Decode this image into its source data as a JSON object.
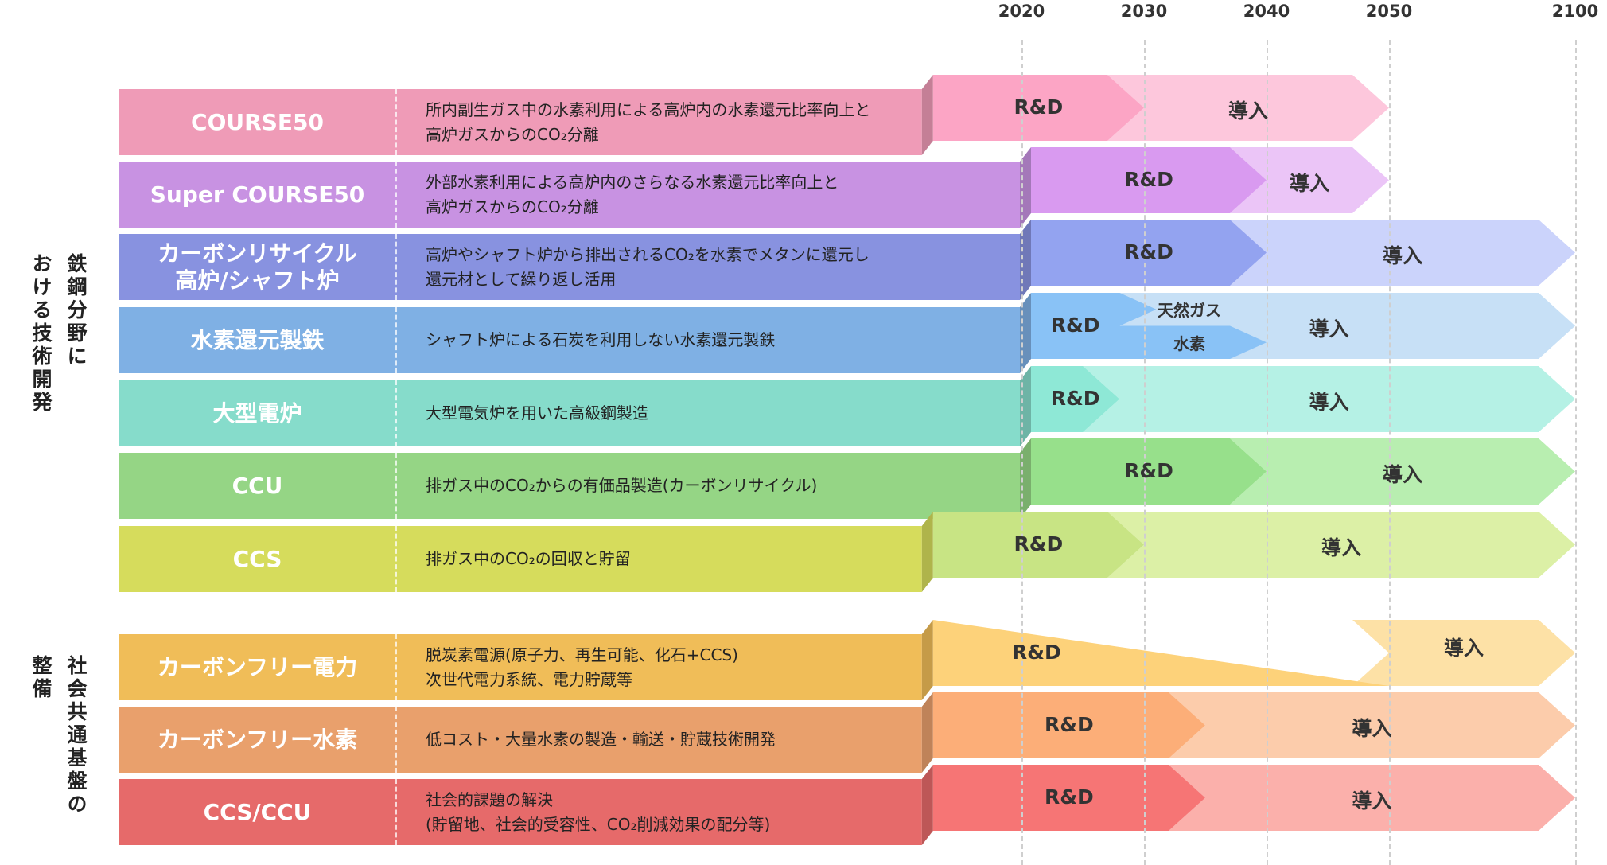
{
  "years": [
    "2020",
    "2030",
    "2040",
    "2050",
    "2100"
  ],
  "groups": [
    {
      "label_col1": "鉄鋼分野に",
      "label_col2": "おける技術開発"
    },
    {
      "label_col1": "社会共通基盤の",
      "label_col2": "整備"
    }
  ],
  "rows": [
    {
      "name": "COURSE50",
      "desc": "所内副生ガス中の水素利用による高炉内の水素還元比率向上と\n高炉ガスからのCO₂分離",
      "rd": "R&D",
      "intro": "導入",
      "rd_start_year": 2012,
      "rd_end_year": 2030,
      "intro_end_year": 2050,
      "name_color": "#ef9bb7",
      "band_color": "#fca5c5",
      "intro_color": "#fdc7dc"
    },
    {
      "name": "Super COURSE50",
      "desc": "外部水素利用による高炉内のさらなる水素還元比率向上と\n高炉ガスからのCO₂分離",
      "rd": "R&D",
      "intro": "導入",
      "rd_start_year": 2020,
      "rd_end_year": 2040,
      "intro_end_year": 2050,
      "name_color": "#c892e2",
      "band_color": "#d99af0",
      "intro_color": "#ebc5f7"
    },
    {
      "name": "カーボンリサイクル\n高炉/シャフト炉",
      "desc": "高炉やシャフト炉から排出されるCO₂を水素でメタンに還元し\n還元材として繰り返し活用",
      "rd": "R&D",
      "intro": "導入",
      "rd_start_year": 2020,
      "rd_end_year": 2040,
      "intro_end_year": 2100,
      "name_color": "#8892e0",
      "band_color": "#93a3f0",
      "intro_color": "#cbd3fb"
    },
    {
      "name": "水素還元製鉄",
      "desc": "シャフト炉による石炭を利用しない水素還元製鉄",
      "rd": "R&D",
      "intro": "導入",
      "sub1": "天然ガス",
      "sub2": "水素",
      "rd_start_year": 2020,
      "rd_end_year": 2028,
      "intro_end_year": 2100,
      "name_color": "#7fb0e4",
      "band_color": "#89c2f6",
      "intro_color": "#c7e0f6"
    },
    {
      "name": "大型電炉",
      "desc": "大型電気炉を用いた高級鋼製造",
      "rd": "R&D",
      "intro": "導入",
      "rd_start_year": 2020,
      "rd_end_year": 2028,
      "intro_end_year": 2100,
      "name_color": "#86dccb",
      "band_color": "#8ee8d6",
      "intro_color": "#b5f1e5"
    },
    {
      "name": "CCU",
      "desc": "排ガス中のCO₂からの有価品製造(カーボンリサイクル)",
      "rd": "R&D",
      "intro": "導入",
      "rd_start_year": 2020,
      "rd_end_year": 2040,
      "intro_end_year": 2100,
      "name_color": "#95d585",
      "band_color": "#97e08b",
      "intro_color": "#b8eeb0"
    },
    {
      "name": "CCS",
      "desc": "排ガス中のCO₂の回収と貯留",
      "rd": "R&D",
      "intro": "導入",
      "rd_start_year": 2012,
      "rd_end_year": 2030,
      "intro_end_year": 2100,
      "name_color": "#d6dc5c",
      "band_color": "#c8e484",
      "intro_color": "#dcf0a6"
    },
    {
      "name": "カーボンフリー電力",
      "desc": "脱炭素電源(原子力、再生可能、化石+CCS)\n次世代電力系統、電力貯蔵等",
      "rd": "R&D",
      "intro": "導入",
      "rd_start_year": 2012,
      "rd_end_year": 2050,
      "intro_end_year": 2100,
      "name_color": "#f0bd58",
      "band_color": "#fdd27a",
      "intro_color": "#fde1a6"
    },
    {
      "name": "カーボンフリー水素",
      "desc": "低コスト・大量水素の製造・輸送・貯蔵技術開発",
      "rd": "R&D",
      "intro": "導入",
      "rd_start_year": 2012,
      "rd_end_year": 2035,
      "intro_end_year": 2100,
      "name_color": "#e9a06c",
      "band_color": "#fcae78",
      "intro_color": "#fcccab"
    },
    {
      "name": "CCS/CCU",
      "desc": "社会的課題の解決\n(貯留地、社会的受容性、CO₂削減効果の配分等)",
      "rd": "R&D",
      "intro": "導入",
      "rd_start_year": 2012,
      "rd_end_year": 2035,
      "intro_end_year": 2100,
      "name_color": "#e66a6a",
      "band_color": "#f67575",
      "intro_color": "#fbb0ab"
    }
  ]
}
